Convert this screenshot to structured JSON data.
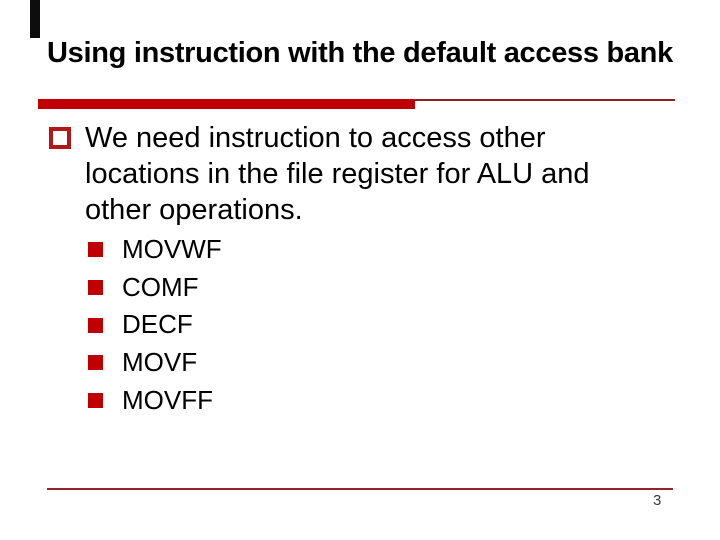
{
  "slide": {
    "title": "Using instruction with the default access bank",
    "bullet": {
      "text": "We need instruction to access other locations in the file register for ALU and other operations."
    },
    "sub_bullets": [
      "MOVWF",
      "COMF",
      "DECF",
      "MOVF",
      "MOVFF"
    ],
    "page_number": "3",
    "colors": {
      "accent_red": "#c00000",
      "thin_rule_red": "#8f1f1f",
      "footer_rule_red": "#8f2525",
      "main_bullet_border_red": "#b21818",
      "corner_tab_black": "#0d0d0d",
      "text_black": "#000000",
      "page_number_gray": "#3a3a3a"
    },
    "icons": {
      "main_bullet": "hollow-square-icon",
      "sub_bullet": "filled-square-icon"
    }
  }
}
